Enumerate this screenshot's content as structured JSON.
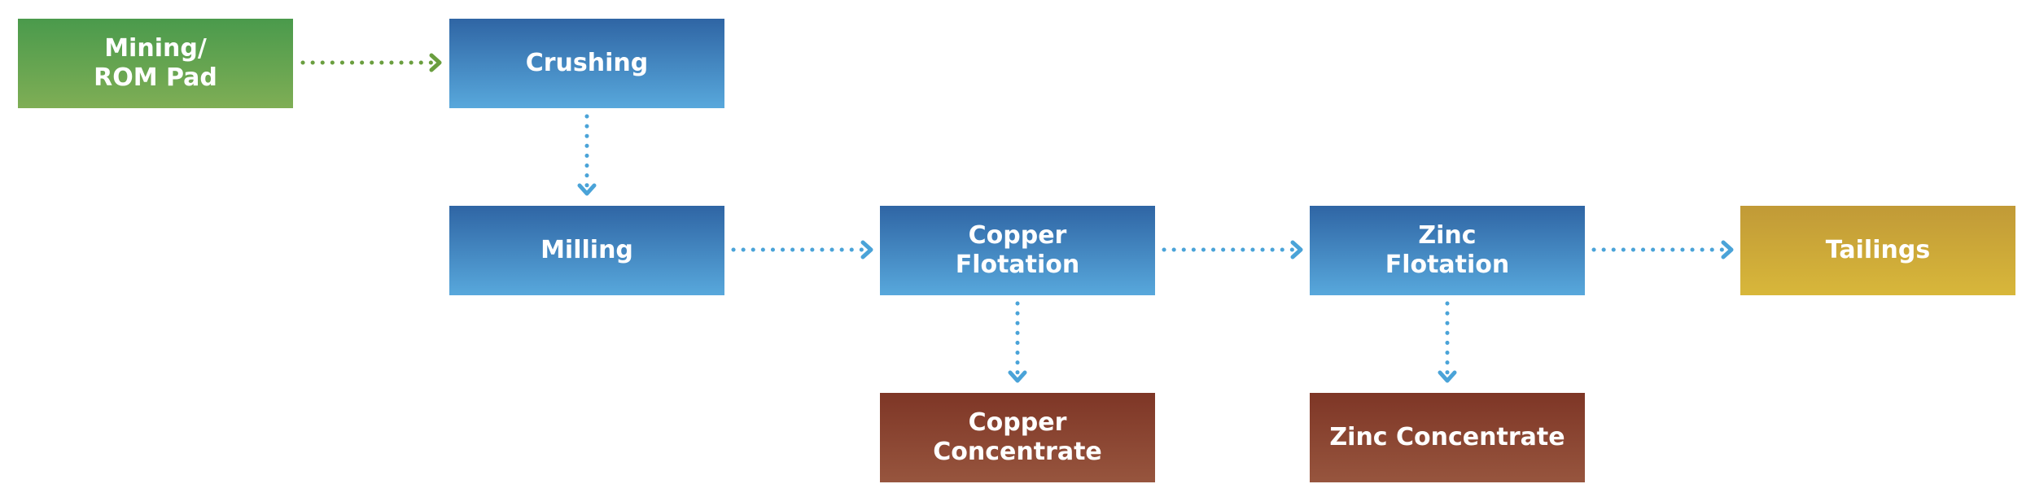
{
  "nodes": {
    "mining": {
      "line1": "Mining/",
      "line2": "ROM Pad",
      "color": "#5a9e4e"
    },
    "crushing": {
      "line1": "Crushing",
      "color": "#3f7fbf"
    },
    "milling": {
      "line1": "Milling",
      "color": "#3f7fbf"
    },
    "copper_flotation": {
      "line1": "Copper",
      "line2": "Flotation",
      "color": "#3f7fbf"
    },
    "zinc_flotation": {
      "line1": "Zinc",
      "line2": "Flotation",
      "color": "#3f7fbf"
    },
    "tailings": {
      "line1": "Tailings",
      "color": "#cba838"
    },
    "copper_concentrate": {
      "line1": "Copper Concentrate",
      "color": "#8a4430"
    },
    "zinc_concentrate": {
      "line1": "Zinc Concentrate",
      "color": "#8a4430"
    }
  },
  "edges": [
    {
      "from": "mining",
      "to": "crushing",
      "color": "#6a9e3f"
    },
    {
      "from": "crushing",
      "to": "milling",
      "color": "#4aa3d8"
    },
    {
      "from": "milling",
      "to": "copper_flotation",
      "color": "#4aa3d8"
    },
    {
      "from": "copper_flotation",
      "to": "zinc_flotation",
      "color": "#4aa3d8"
    },
    {
      "from": "zinc_flotation",
      "to": "tailings",
      "color": "#4aa3d8"
    },
    {
      "from": "copper_flotation",
      "to": "copper_concentrate",
      "color": "#4aa3d8"
    },
    {
      "from": "zinc_flotation",
      "to": "zinc_concentrate",
      "color": "#4aa3d8"
    }
  ]
}
